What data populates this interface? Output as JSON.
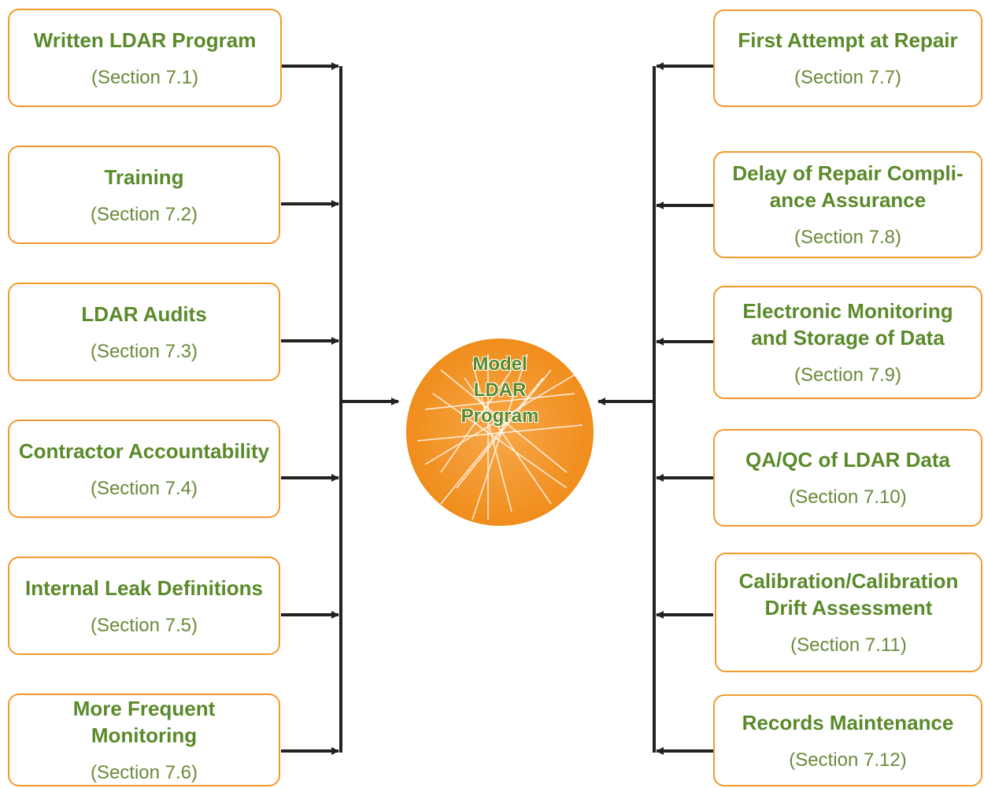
{
  "diagram": {
    "center": {
      "label": "Model\nLDAR\nProgram",
      "color": "#f29a2e"
    },
    "colors": {
      "box_border": "#f29a2e",
      "title_text": "#5a8a2a",
      "connector": "#222222"
    },
    "left_items": [
      {
        "title": "Written LDAR Program",
        "section": "(Section 7.1)"
      },
      {
        "title": "Training",
        "section": "(Section 7.2)"
      },
      {
        "title": "LDAR Audits",
        "section": "(Section 7.3)"
      },
      {
        "title": "Contractor Accountability",
        "section": "(Section 7.4)"
      },
      {
        "title": "Internal Leak Definitions",
        "section": "(Section 7.5)"
      },
      {
        "title": "More Frequent Monitoring",
        "section": "(Section 7.6)"
      }
    ],
    "right_items": [
      {
        "title": "First Attempt at Repair",
        "section": "(Section 7.7)"
      },
      {
        "title": "Delay of Repair Compli-\nance Assurance",
        "section": "(Section 7.8)"
      },
      {
        "title": "Electronic Monitoring\nand Storage of Data",
        "section": "(Section 7.9)"
      },
      {
        "title": "QA/QC of LDAR Data",
        "section": "(Section 7.10)"
      },
      {
        "title": "Calibration/Calibration\nDrift Assessment",
        "section": "(Section 7.11)"
      },
      {
        "title": "Records Maintenance",
        "section": "(Section 7.12)"
      }
    ]
  }
}
